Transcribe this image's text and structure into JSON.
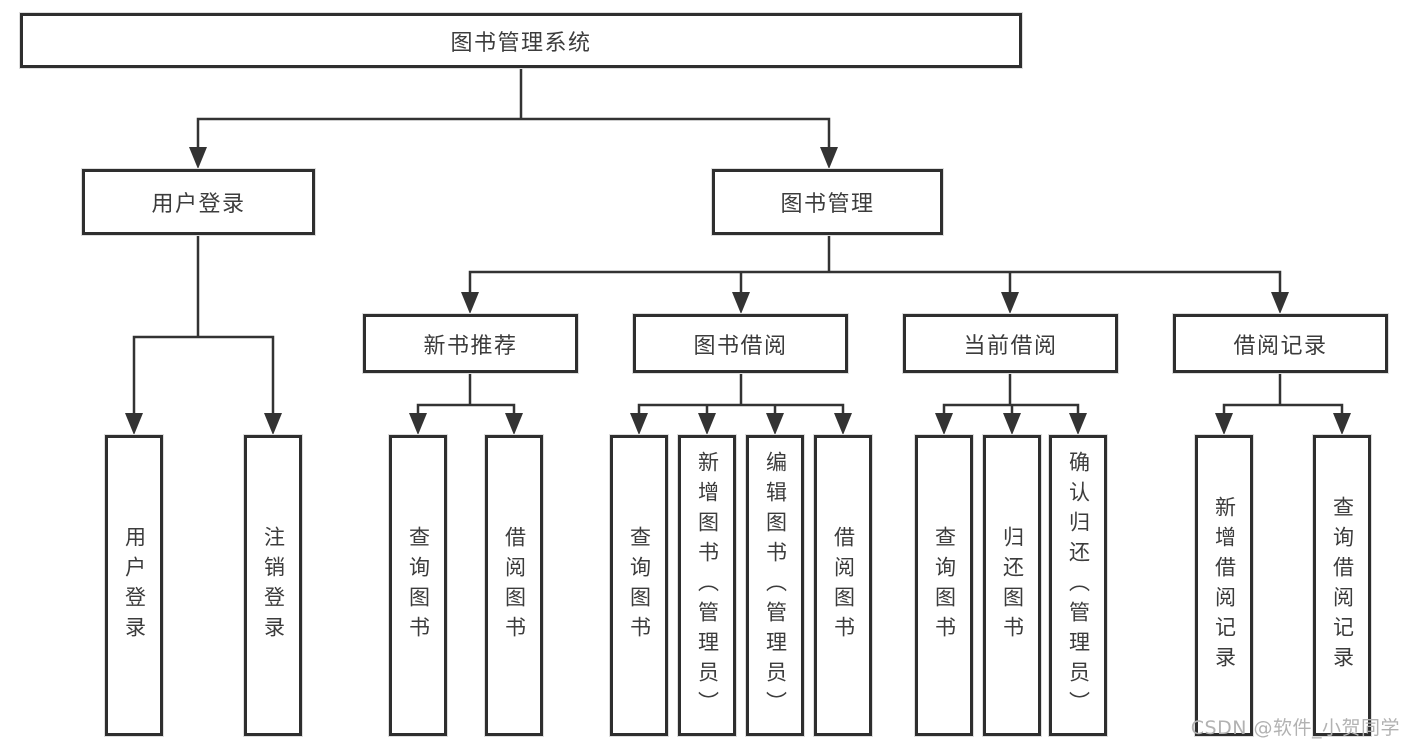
{
  "tree": {
    "label": "图书管理系统",
    "children": [
      {
        "label": "用户登录",
        "children": [
          {
            "label": "用户登录"
          },
          {
            "label": "注销登录"
          }
        ]
      },
      {
        "label": "图书管理",
        "children": [
          {
            "label": "新书推荐",
            "children": [
              {
                "label": "查询图书"
              },
              {
                "label": "借阅图书"
              }
            ]
          },
          {
            "label": "图书借阅",
            "children": [
              {
                "label": "查询图书"
              },
              {
                "label": "新增图书（管理员）"
              },
              {
                "label": "编辑图书（管理员）"
              },
              {
                "label": "借阅图书"
              }
            ]
          },
          {
            "label": "当前借阅",
            "children": [
              {
                "label": "查询图书"
              },
              {
                "label": "归还图书"
              },
              {
                "label": "确认归还（管理员）"
              }
            ]
          },
          {
            "label": "借阅记录",
            "children": [
              {
                "label": "新增借阅记录"
              },
              {
                "label": "查询借阅记录"
              }
            ]
          }
        ]
      }
    ]
  },
  "watermark": "CSDN @软件_小贺同学",
  "colors": {
    "line": "#333333",
    "box_border": "#2e2e2e",
    "text": "#3c3c3c",
    "watermark_text": "#b2b2b2",
    "background": "#ffffff"
  }
}
